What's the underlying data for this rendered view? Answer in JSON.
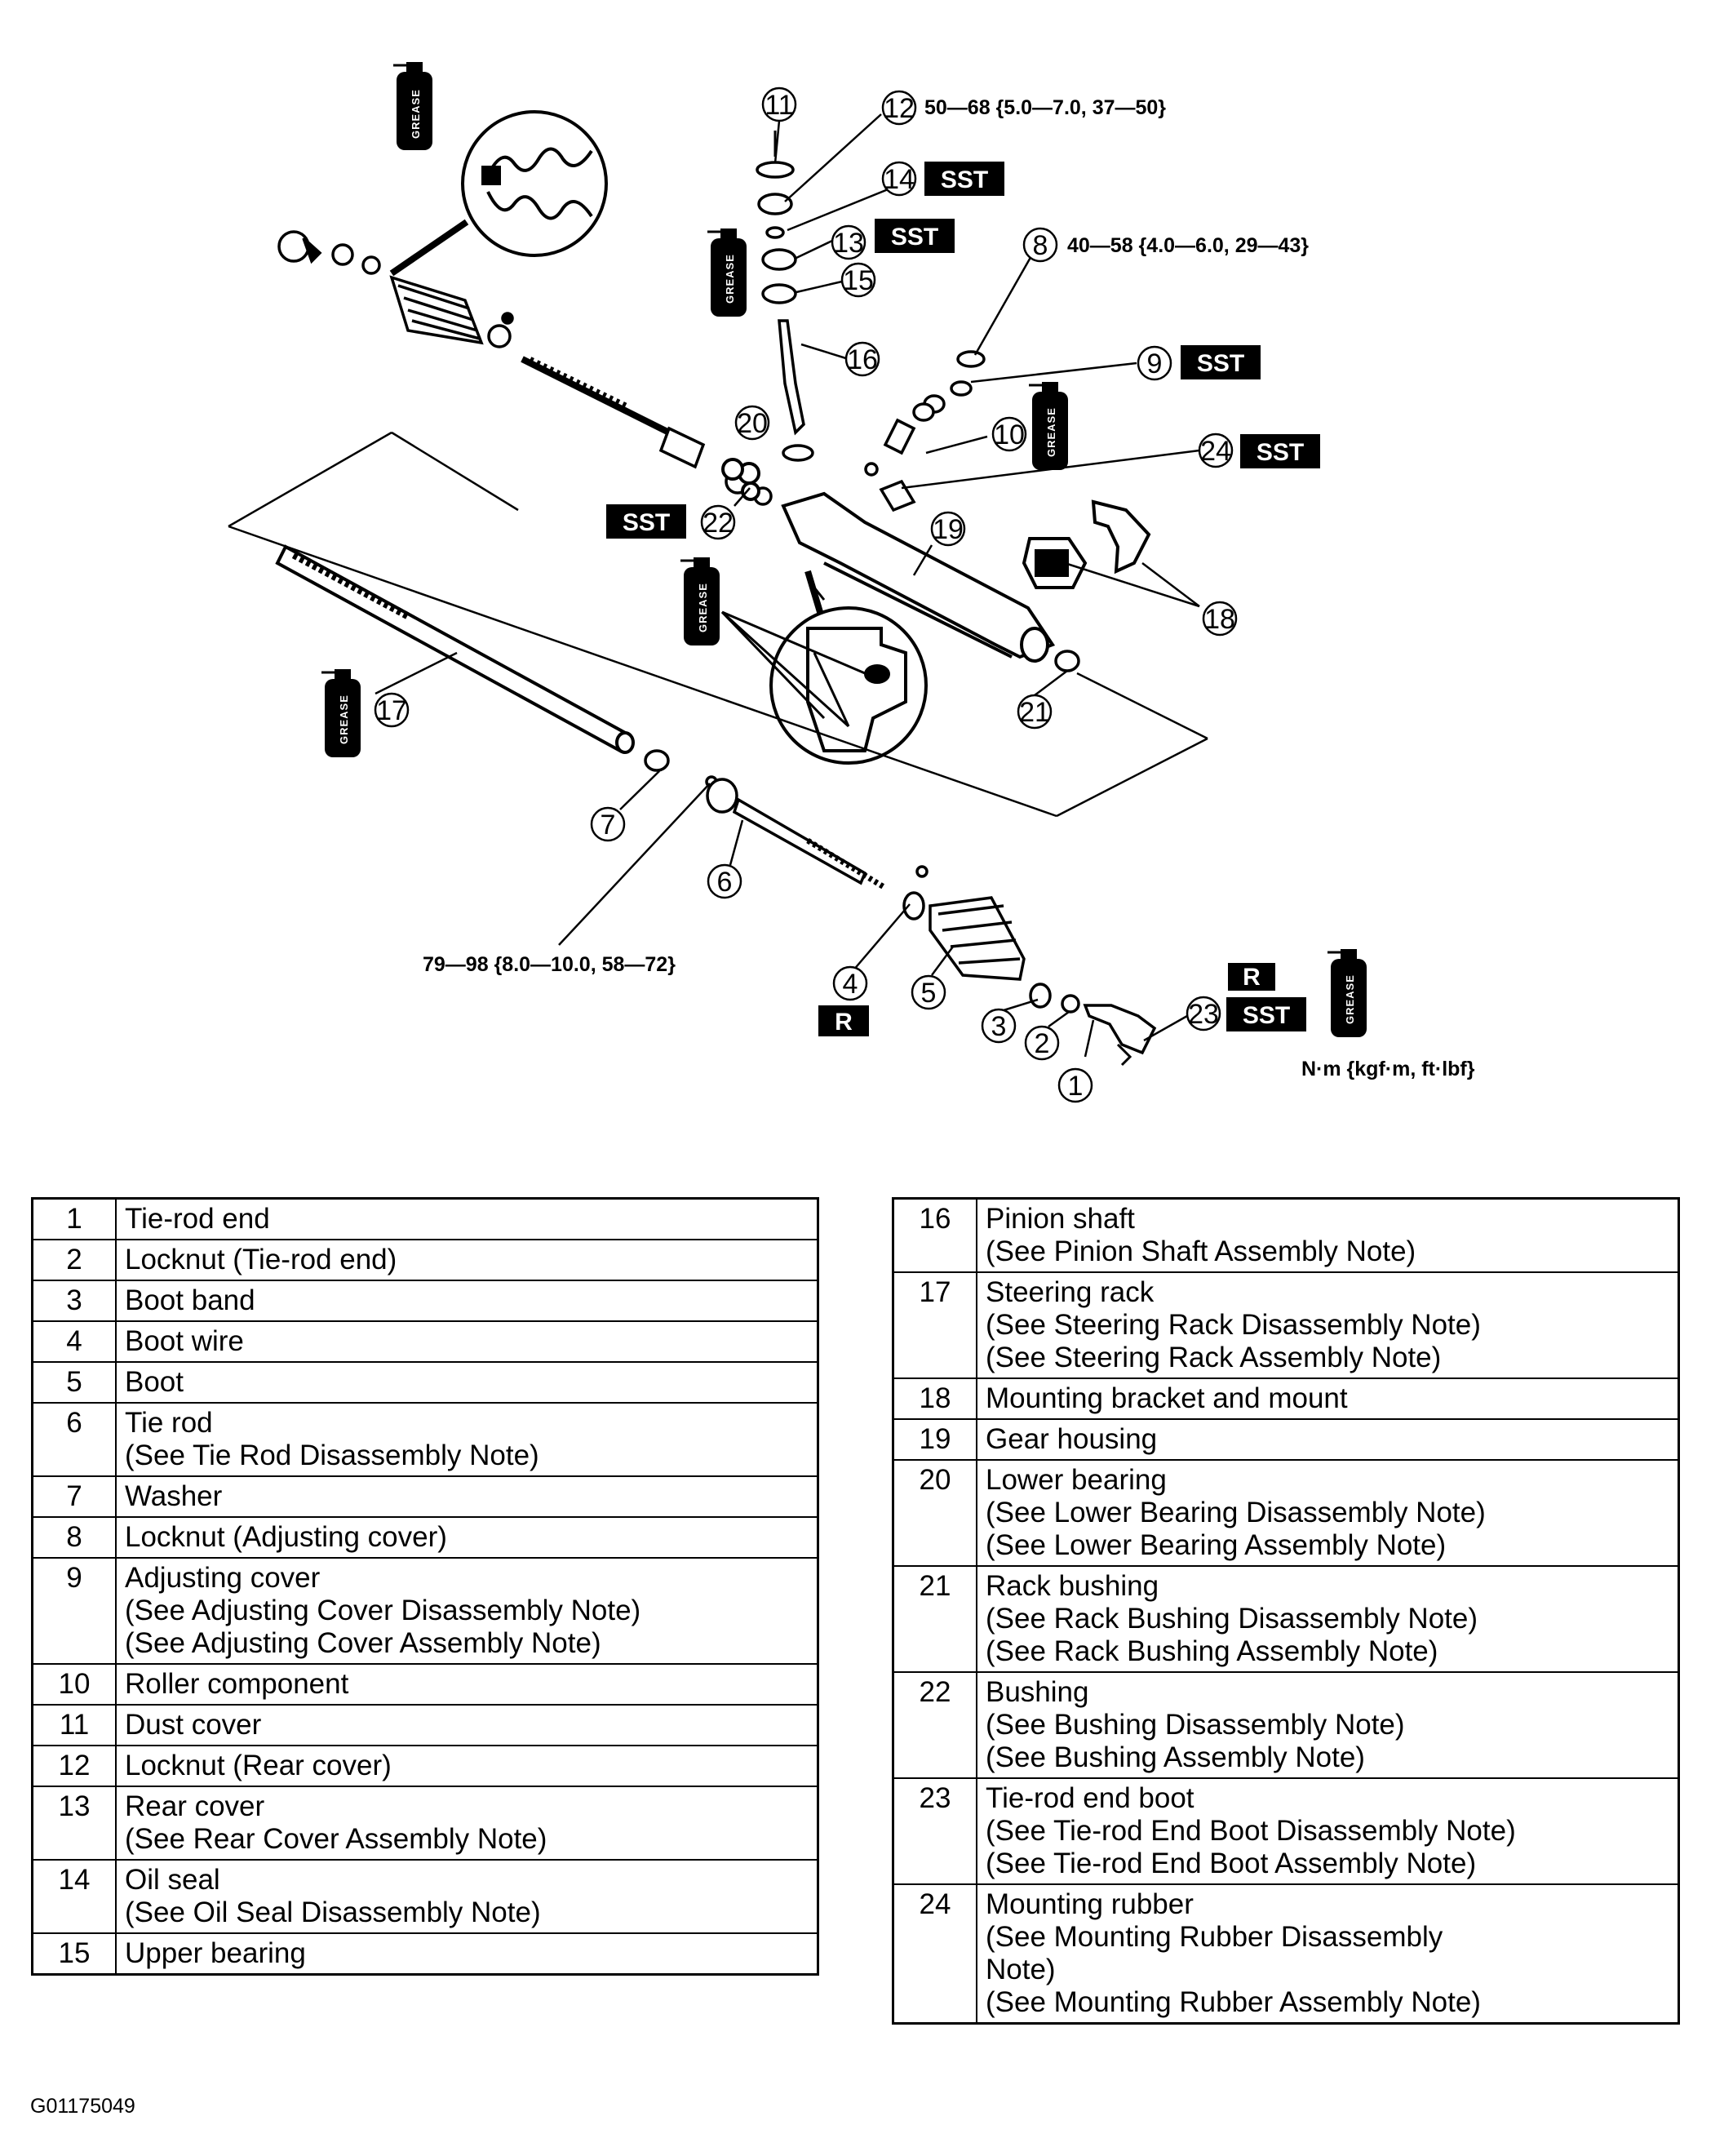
{
  "diagram": {
    "callouts": [
      "1",
      "2",
      "3",
      "4",
      "5",
      "6",
      "7",
      "8",
      "9",
      "10",
      "11",
      "12",
      "13",
      "14",
      "15",
      "16",
      "17",
      "18",
      "19",
      "20",
      "21",
      "22",
      "23",
      "24"
    ],
    "torques": {
      "t12": "50—68 {5.0—7.0, 37—50}",
      "t8": "40—58 {4.0—6.0, 29—43}",
      "t6": "79—98 {8.0—10.0, 58—72}"
    },
    "sst_label": "SST",
    "replace_label": "R",
    "grease_label": "GREASE",
    "units": "N·m {kgf·m, ft·lbf}"
  },
  "parts_left": [
    {
      "num": "1",
      "desc": "Tie-rod end"
    },
    {
      "num": "2",
      "desc": "Locknut (Tie-rod end)"
    },
    {
      "num": "3",
      "desc": "Boot band"
    },
    {
      "num": "4",
      "desc": "Boot wire"
    },
    {
      "num": "5",
      "desc": "Boot"
    },
    {
      "num": "6",
      "desc": "Tie rod\n(See Tie Rod Disassembly Note)"
    },
    {
      "num": "7",
      "desc": "Washer"
    },
    {
      "num": "8",
      "desc": "Locknut (Adjusting cover)"
    },
    {
      "num": "9",
      "desc": "Adjusting cover\n(See Adjusting Cover Disassembly Note)\n(See Adjusting Cover Assembly Note)"
    },
    {
      "num": "10",
      "desc": "Roller component"
    },
    {
      "num": "11",
      "desc": "Dust cover"
    },
    {
      "num": "12",
      "desc": "Locknut (Rear cover)"
    },
    {
      "num": "13",
      "desc": "Rear cover\n(See Rear Cover Assembly Note)"
    },
    {
      "num": "14",
      "desc": "Oil seal\n(See Oil Seal Disassembly Note)"
    },
    {
      "num": "15",
      "desc": "Upper bearing"
    }
  ],
  "parts_right": [
    {
      "num": "16",
      "desc": "Pinion shaft\n(See Pinion Shaft Assembly Note)"
    },
    {
      "num": "17",
      "desc": "Steering rack\n(See Steering Rack Disassembly Note)\n(See Steering Rack Assembly Note)"
    },
    {
      "num": "18",
      "desc": "Mounting bracket and mount"
    },
    {
      "num": "19",
      "desc": "Gear housing"
    },
    {
      "num": "20",
      "desc": "Lower bearing\n(See Lower Bearing Disassembly Note)\n(See Lower Bearing Assembly Note)"
    },
    {
      "num": "21",
      "desc": "Rack bushing\n(See Rack Bushing Disassembly Note)\n(See Rack Bushing Assembly Note)"
    },
    {
      "num": "22",
      "desc": "Bushing\n(See Bushing Disassembly Note)\n(See Bushing Assembly Note)"
    },
    {
      "num": "23",
      "desc": "Tie-rod end boot\n(See Tie-rod End Boot Disassembly Note)\n(See Tie-rod End Boot Assembly Note)"
    },
    {
      "num": "24",
      "desc": "Mounting rubber\n(See Mounting Rubber Disassembly\nNote)\n(See Mounting Rubber Assembly Note)"
    }
  ],
  "figure_code": "G01175049"
}
